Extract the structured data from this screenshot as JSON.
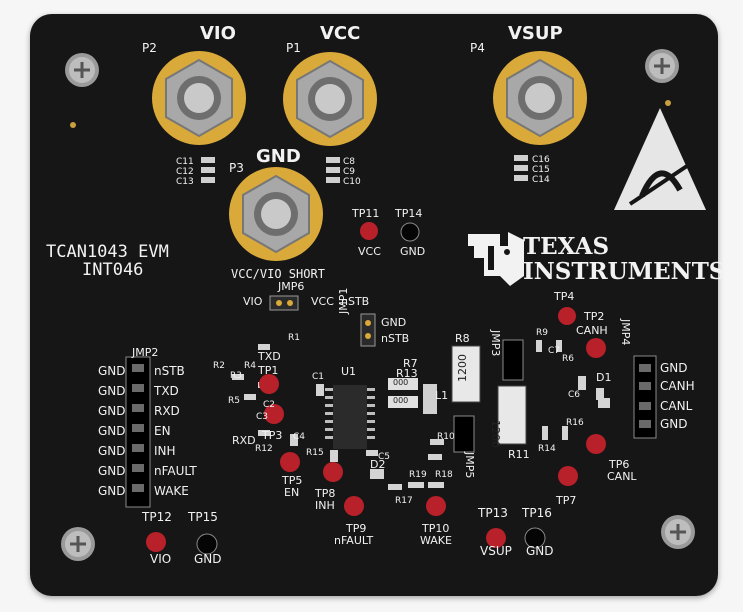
{
  "board": {
    "title_line1": "TCAN1043 EVM",
    "title_line2": "INT046",
    "brand_line1": "Texas",
    "brand_line2": "Instruments"
  },
  "power_posts": [
    {
      "ref": "P2",
      "name": "VIO"
    },
    {
      "ref": "P1",
      "name": "VCC"
    },
    {
      "ref": "P4",
      "name": "VSUP"
    },
    {
      "ref": "P3",
      "name": "GND"
    }
  ],
  "labels": {
    "caps_left": [
      "C11",
      "C12",
      "C13"
    ],
    "caps_mid": [
      "C8",
      "C9",
      "C10"
    ],
    "caps_right": [
      "C16",
      "C15",
      "C14"
    ],
    "short_label": "VCC/VIO SHORT",
    "jmp6": {
      "ref": "JMP6",
      "left": "VIO",
      "right": "VCC",
      "extra": "nSTB"
    },
    "jmp1": {
      "ref": "JMP1",
      "top": "GND",
      "bottom": "nSTB"
    },
    "jmp2": {
      "ref": "JMP2",
      "gnd": "GND",
      "signals": [
        "nSTB",
        "TXD",
        "RXD",
        "EN",
        "INH",
        "nFAULT",
        "WAKE"
      ]
    },
    "jmp3": "JMP3",
    "jmp4": {
      "ref": "JMP4",
      "signals": [
        "GND",
        "CANH",
        "CANL",
        "GND"
      ]
    },
    "jmp5": "JMP5",
    "u1": "U1",
    "d1": "D1",
    "d2": "D2",
    "l1": "L1",
    "r_refs": [
      "R1",
      "R2",
      "R3",
      "R4",
      "R5",
      "R6",
      "R7",
      "R8",
      "R9",
      "R10",
      "R11",
      "R12",
      "R13",
      "R14",
      "R15",
      "R16",
      "R17",
      "R18",
      "R19"
    ],
    "c_refs": [
      "C1",
      "C2",
      "C3",
      "C4",
      "C5",
      "C6",
      "C7"
    ],
    "marking_1200": "1200",
    "marking_000": "000"
  },
  "test_points": [
    {
      "ref": "TP11",
      "label": "VCC"
    },
    {
      "ref": "TP14",
      "label": "GND"
    },
    {
      "ref": "TP4",
      "label": ""
    },
    {
      "ref": "TP2",
      "label": "CANH"
    },
    {
      "ref": "TP1",
      "label": "TXD"
    },
    {
      "ref": "TP3",
      "label": "RXD"
    },
    {
      "ref": "TP5",
      "label": "EN"
    },
    {
      "ref": "TP8",
      "label": "INH"
    },
    {
      "ref": "TP9",
      "label": "nFAULT"
    },
    {
      "ref": "TP10",
      "label": "WAKE"
    },
    {
      "ref": "TP6",
      "label": "CANL"
    },
    {
      "ref": "TP7",
      "label": ""
    },
    {
      "ref": "TP12",
      "label": "VIO"
    },
    {
      "ref": "TP15",
      "label": "GND"
    },
    {
      "ref": "TP13",
      "label": "VSUP"
    },
    {
      "ref": "TP16",
      "label": "GND"
    }
  ],
  "colors": {
    "pcb": "#161616",
    "silkscreen": "#f2f2f2",
    "gold": "#d9a93a",
    "nut": "#a8a8a8",
    "testpoint_red": "#b8202a",
    "testpoint_black": "#1a1a1a"
  }
}
